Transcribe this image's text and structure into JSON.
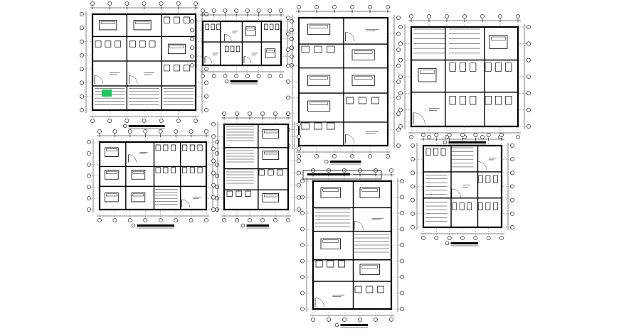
{
  "drawing": {
    "background": "#ffffff",
    "line_color": "#000000",
    "highlight_color": "#22c55e",
    "plans": [
      {
        "name": "floor-plan-a"
      },
      {
        "name": "floor-plan-b"
      },
      {
        "name": "floor-plan-c"
      },
      {
        "name": "floor-plan-d"
      },
      {
        "name": "floor-plan-e"
      },
      {
        "name": "floor-plan-f"
      },
      {
        "name": "floor-plan-g"
      },
      {
        "name": "floor-plan-h"
      }
    ]
  }
}
